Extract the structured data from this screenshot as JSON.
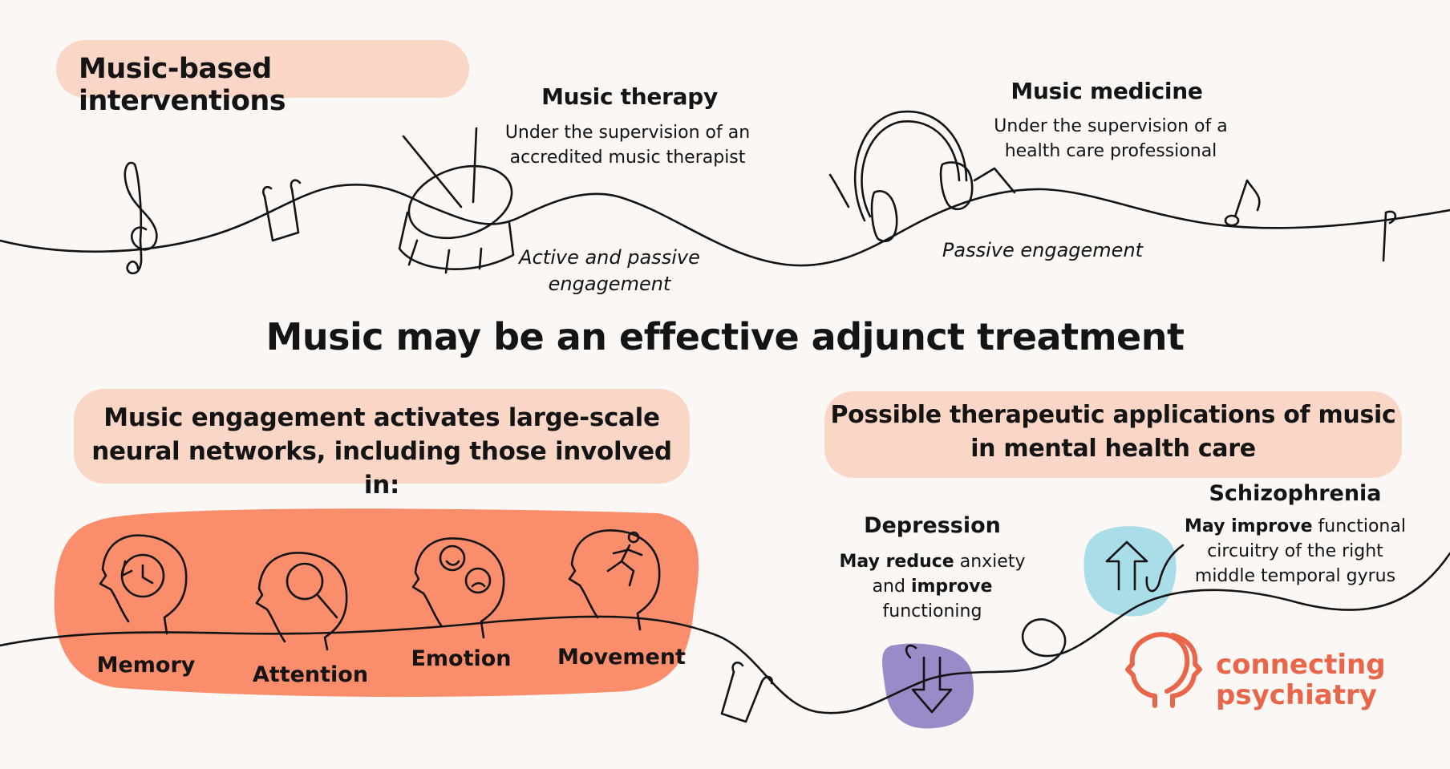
{
  "header": {
    "label": "Music-based interventions"
  },
  "therapy": {
    "title": "Music therapy",
    "desc_line1": "Under the supervision of an",
    "desc_line2": "accredited music therapist",
    "engagement_line1": "Active and passive",
    "engagement_line2": "engagement"
  },
  "medicine": {
    "title": "Music medicine",
    "desc_line1": "Under the supervision of a",
    "desc_line2": "health care professional",
    "engagement": "Passive engagement"
  },
  "main_title": "Music may be an effective adjunct treatment",
  "networks": {
    "heading_line1": "Music engagement activates large-scale",
    "heading_line2": "neural networks, including those involved in:",
    "items": [
      {
        "label": "Memory",
        "icon": "head-clock-icon"
      },
      {
        "label": "Attention",
        "icon": "head-magnifier-icon"
      },
      {
        "label": "Emotion",
        "icon": "head-faces-icon"
      },
      {
        "label": "Movement",
        "icon": "head-runner-icon"
      }
    ]
  },
  "applications": {
    "heading_line1": "Possible therapeutic applications of music",
    "heading_line2": "in mental health care",
    "depression": {
      "title": "Depression",
      "line1_bold": "May reduce",
      "line1_rest": " anxiety",
      "line2_pre": "and ",
      "line2_bold": "improve",
      "line3": "functioning"
    },
    "schizophrenia": {
      "title": "Schizophrenia",
      "line1_bold": "May improve",
      "line1_rest": " functional",
      "line2": "circuitry of the right",
      "line3": "middle temporal gyrus"
    }
  },
  "logo": {
    "line1": "connecting",
    "line2": "psychiatry"
  },
  "colors": {
    "background": "#fbf7f4",
    "peach": "#f9d6c6",
    "coral": "#f98d6c",
    "brand": "#e9664a",
    "purple": "#9a8ac8",
    "cyan": "#a9dde7",
    "ink": "#141414"
  },
  "icons": [
    "treble-clef-icon",
    "music-note-icon",
    "drum-icon",
    "headphones-icon",
    "arrow-down-icon",
    "arrow-up-icon",
    "connecting-heads-logo-icon"
  ]
}
